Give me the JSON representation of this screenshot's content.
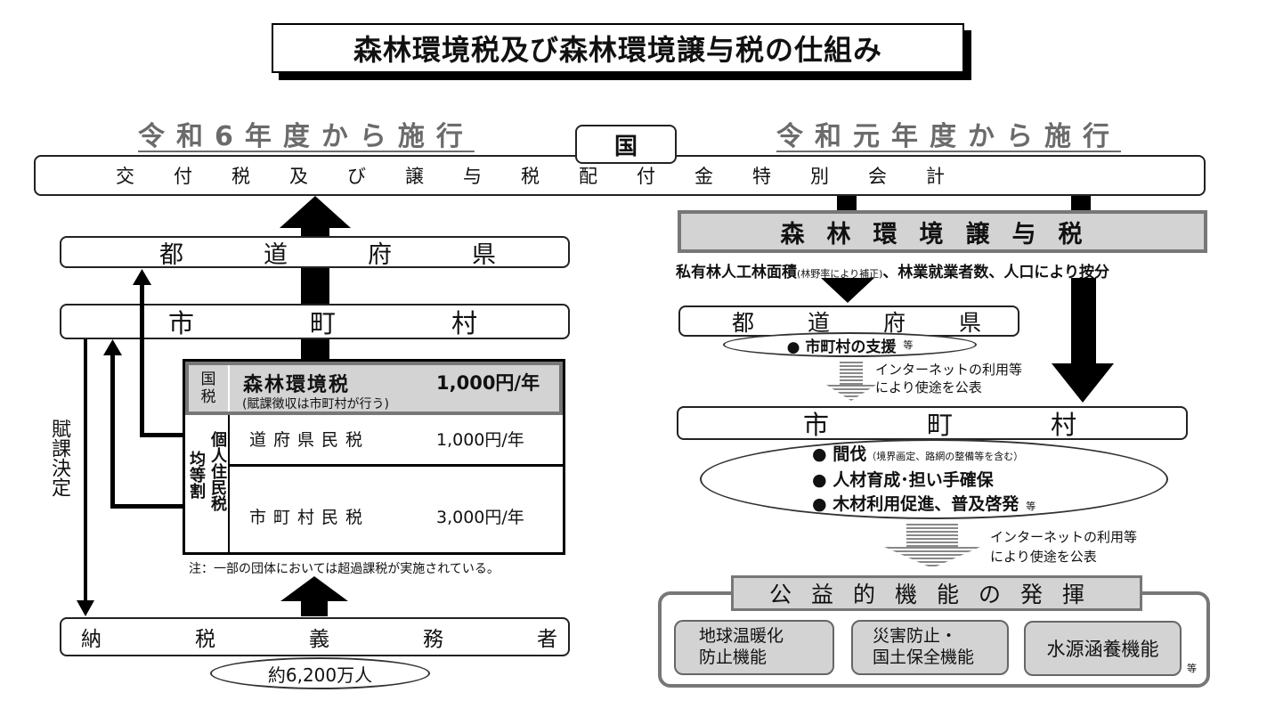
{
  "title": "森林環境税及び森林環境譲与税の仕組み",
  "left_header": "令和6年度から施行",
  "right_header": "令和元年度から施行",
  "kuni": "国",
  "special_account": "交付税及び譲与税配付金特別会計",
  "left": {
    "prefecture": "都道府県",
    "municipality": "市町村",
    "fuka_kettei": "賦課決定",
    "national_tax_tag": "国税",
    "forest_env_tax": "森林環境税",
    "forest_env_tax_amount": "1,000円/年",
    "forest_env_tax_note": "(賦課徴収は市町村が行う)",
    "kojin_juminzei": "個人住民税",
    "kintouwari": "均等割",
    "pref_tax": "道府県民税",
    "pref_tax_amount": "1,000円/年",
    "muni_tax": "市町村民税",
    "muni_tax_amount": "3,000円/年",
    "note": "注：一部の団体においては超過課税が実施されている。",
    "taxpayers": "納税義務者",
    "taxpayer_count": "約6,200万人"
  },
  "right": {
    "joyozei": "森林環境譲与税",
    "allocation_main_1": "私有林人工林面積",
    "allocation_small": "(林野率により補正)",
    "allocation_main_2": "、林業就業者数、人口により按分",
    "prefecture": "都道府県",
    "pref_use_main": "● 市町村の支援",
    "pref_use_etc": "等",
    "publish_line1": "インターネットの利用等",
    "publish_line2": "により使途を公表",
    "municipality": "市町村",
    "use1_main": "● 間伐",
    "use1_sub": "（境界画定、路網の整備等を含む）",
    "use2": "● 人材育成･担い手確保",
    "use3_main": "● 木材利用促進、普及啓発",
    "use3_etc": "等",
    "publish2_line1": "インターネットの利用等",
    "publish2_line2": "により使途を公表",
    "public_function": "公益的機能の発揮",
    "functions": [
      "地球温暖化\n防止機能",
      "災害防止・\n国土保全機能",
      "水源涵養機能"
    ],
    "functions_etc": "等"
  }
}
